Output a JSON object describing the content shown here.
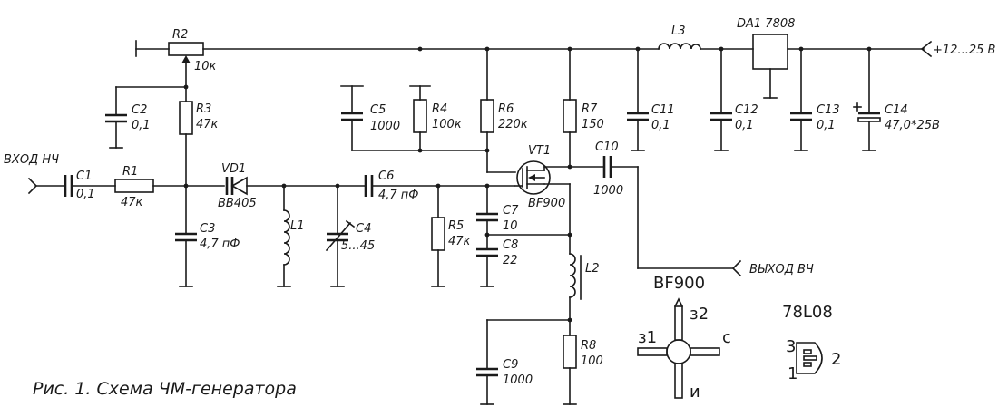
{
  "caption": "Рис. 1. Схема ЧМ-генератора",
  "ports": {
    "input": "ВХОД НЧ",
    "output": "ВЫХОД ВЧ",
    "supply": "+12...25 В"
  },
  "components": {
    "R1": {
      "ref": "R1",
      "value": "47к"
    },
    "R2": {
      "ref": "R2",
      "value": "10к"
    },
    "R3": {
      "ref": "R3",
      "value": "47к"
    },
    "R4": {
      "ref": "R4",
      "value": "100к"
    },
    "R5": {
      "ref": "R5",
      "value": "47к"
    },
    "R6": {
      "ref": "R6",
      "value": "220к"
    },
    "R7": {
      "ref": "R7",
      "value": "150"
    },
    "R8": {
      "ref": "R8",
      "value": "100"
    },
    "C1": {
      "ref": "C1",
      "value": "0,1"
    },
    "C2": {
      "ref": "C2",
      "value": "0,1"
    },
    "C3": {
      "ref": "C3",
      "value": "4,7 пФ"
    },
    "C4": {
      "ref": "C4",
      "value": "5...45"
    },
    "C5": {
      "ref": "C5",
      "value": "1000"
    },
    "C6": {
      "ref": "C6",
      "value": "4,7 пФ"
    },
    "C7": {
      "ref": "C7",
      "value": "10"
    },
    "C8": {
      "ref": "C8",
      "value": "22"
    },
    "C9": {
      "ref": "C9",
      "value": "1000"
    },
    "C10": {
      "ref": "C10",
      "value": "1000"
    },
    "C11": {
      "ref": "C11",
      "value": "0,1"
    },
    "C12": {
      "ref": "C12",
      "value": "0,1"
    },
    "C13": {
      "ref": "C13",
      "value": "0,1"
    },
    "C14": {
      "ref": "C14",
      "value": "47,0*25В"
    },
    "L1": {
      "ref": "L1"
    },
    "L2": {
      "ref": "L2"
    },
    "L3": {
      "ref": "L3"
    },
    "VD1": {
      "ref": "VD1",
      "value": "BB405"
    },
    "VT1": {
      "ref": "VT1",
      "value": "BF900"
    },
    "DA1": {
      "ref": "DA1 7808"
    }
  },
  "pinouts": {
    "bf900": {
      "title": "BF900",
      "g1": "з1",
      "g2": "з2",
      "drain": "с",
      "source": "и"
    },
    "reg": {
      "title": "78L08",
      "pin1": "1",
      "pin2": "2",
      "pin3": "3"
    }
  }
}
